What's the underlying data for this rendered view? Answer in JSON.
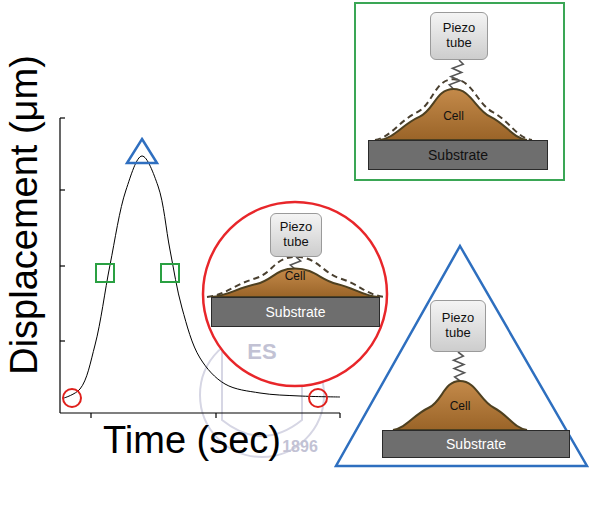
{
  "diagram": {
    "nodes": [
      {
        "text": [
          "Piezo tube"
        ]
      },
      {
        "text": [
          "Cell"
        ]
      },
      {
        "text": [
          "Substrate"
        ]
      },
      {
        "text": [
          "Piezo tube"
        ]
      },
      {
        "text": [
          "Cell"
        ]
      },
      {
        "text": [
          "Substrate"
        ]
      },
      {
        "text": [
          "Piezo tube"
        ]
      },
      {
        "text": [
          "Cell"
        ]
      },
      {
        "text": [
          "Substrate"
        ]
      }
    ],
    "edges": [
      {
        "from": 0,
        "to": 1,
        "arrow": "none"
      },
      {
        "from": 3,
        "to": 4,
        "arrow": "none"
      },
      {
        "from": 6,
        "to": 7,
        "arrow": "none"
      }
    ],
    "labels": [
      "Displacement (μm)",
      "Time (sec)",
      "ES",
      "1896"
    ]
  }
}
